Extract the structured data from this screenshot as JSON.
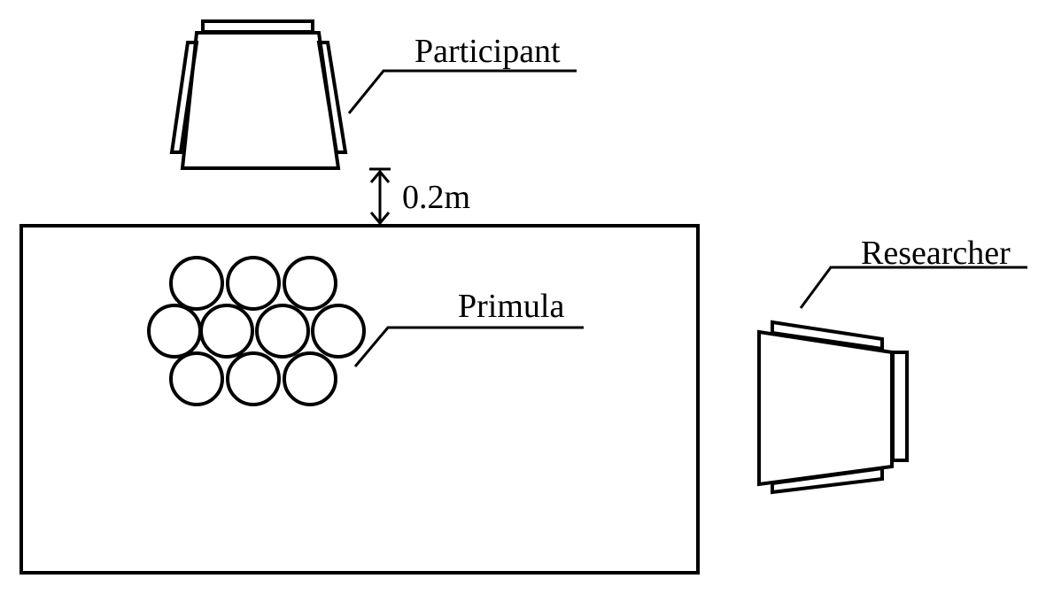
{
  "labels": {
    "participant": "Participant",
    "researcher": "Researcher",
    "primula": "Primula",
    "distance": "0.2m"
  },
  "primula_pots": {
    "top_row": 3,
    "middle_row": 4,
    "bottom_row": 3
  }
}
